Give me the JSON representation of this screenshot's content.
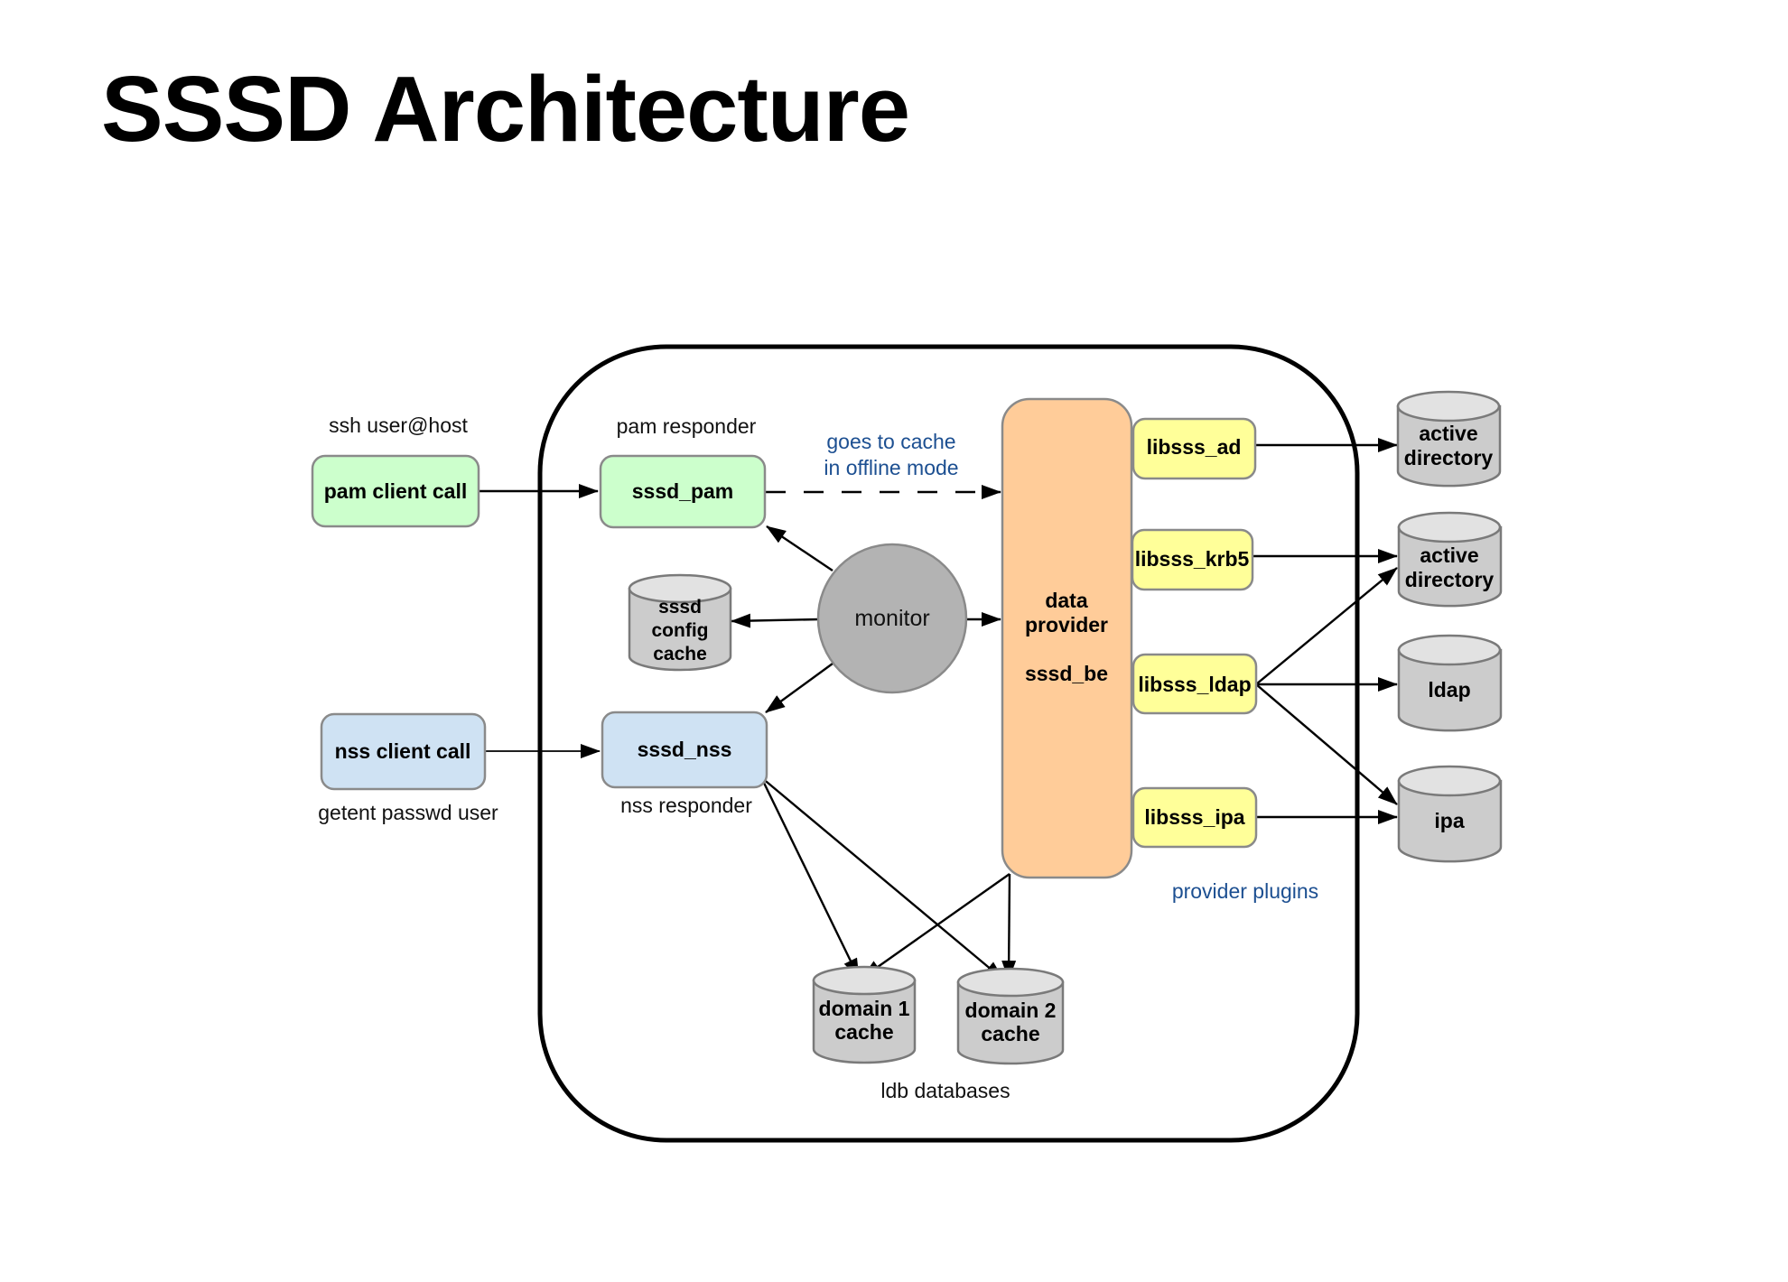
{
  "title": "SSSD Architecture",
  "colors": {
    "pam": "#ccffcc",
    "nss": "#cfe2f3",
    "provider": "#ffcc99",
    "plugin": "#ffff99",
    "cylinder": "#cccccc",
    "monitor": "#b3b3b3",
    "annotation": "#1c4f91"
  },
  "clients": {
    "pam": {
      "caption": "ssh user@host",
      "label": "pam client call"
    },
    "nss": {
      "caption": "getent passwd user",
      "label": "nss client call"
    }
  },
  "responders": {
    "pam": {
      "caption": "pam responder",
      "label": "sssd_pam"
    },
    "nss": {
      "caption": "nss responder",
      "label": "sssd_nss"
    }
  },
  "offline_note": {
    "line1": "goes to cache",
    "line2": "in offline mode"
  },
  "monitor": {
    "label": "monitor"
  },
  "config_cache": {
    "line1": "sssd",
    "line2": "config",
    "line3": "cache"
  },
  "data_provider": {
    "line1": "data",
    "line2": "provider",
    "line3": "sssd_be"
  },
  "plugins": {
    "caption": "provider plugins",
    "items": [
      "libsss_ad",
      "libsss_krb5",
      "libsss_ldap",
      "libsss_ipa"
    ]
  },
  "backends": [
    {
      "line1": "active",
      "line2": "directory"
    },
    {
      "line1": "active",
      "line2": "directory"
    },
    {
      "line1": "ldap",
      "line2": ""
    },
    {
      "line1": "ipa",
      "line2": ""
    }
  ],
  "domain_caches": {
    "caption": "ldb databases",
    "items": [
      {
        "line1": "domain 1",
        "line2": "cache"
      },
      {
        "line1": "domain 2",
        "line2": "cache"
      }
    ]
  }
}
